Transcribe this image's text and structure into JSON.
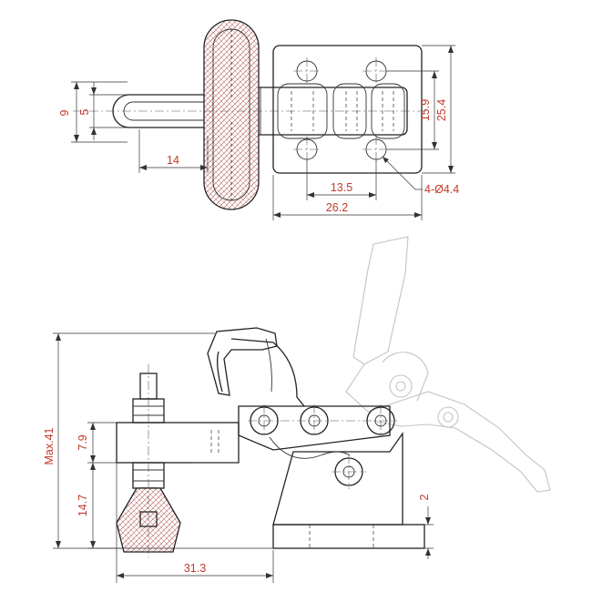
{
  "colors": {
    "outline": "#222222",
    "dimension_text": "#c0392b",
    "ghost_outline": "#c4c4c4"
  },
  "top_view": {
    "dims": {
      "nine": "9",
      "five": "5",
      "fourteen": "14",
      "hole_spacing_h": "13.5",
      "base_width": "26.2",
      "hole_spacing_v": "15.9",
      "base_height": "25.4",
      "holes": "4-Ø4.4"
    }
  },
  "side_view": {
    "dims": {
      "overall_height": "Max.41",
      "bar_height": "7.9",
      "spindle_height": "14.7",
      "base_offset": "2",
      "overall_length": "31.3"
    }
  }
}
